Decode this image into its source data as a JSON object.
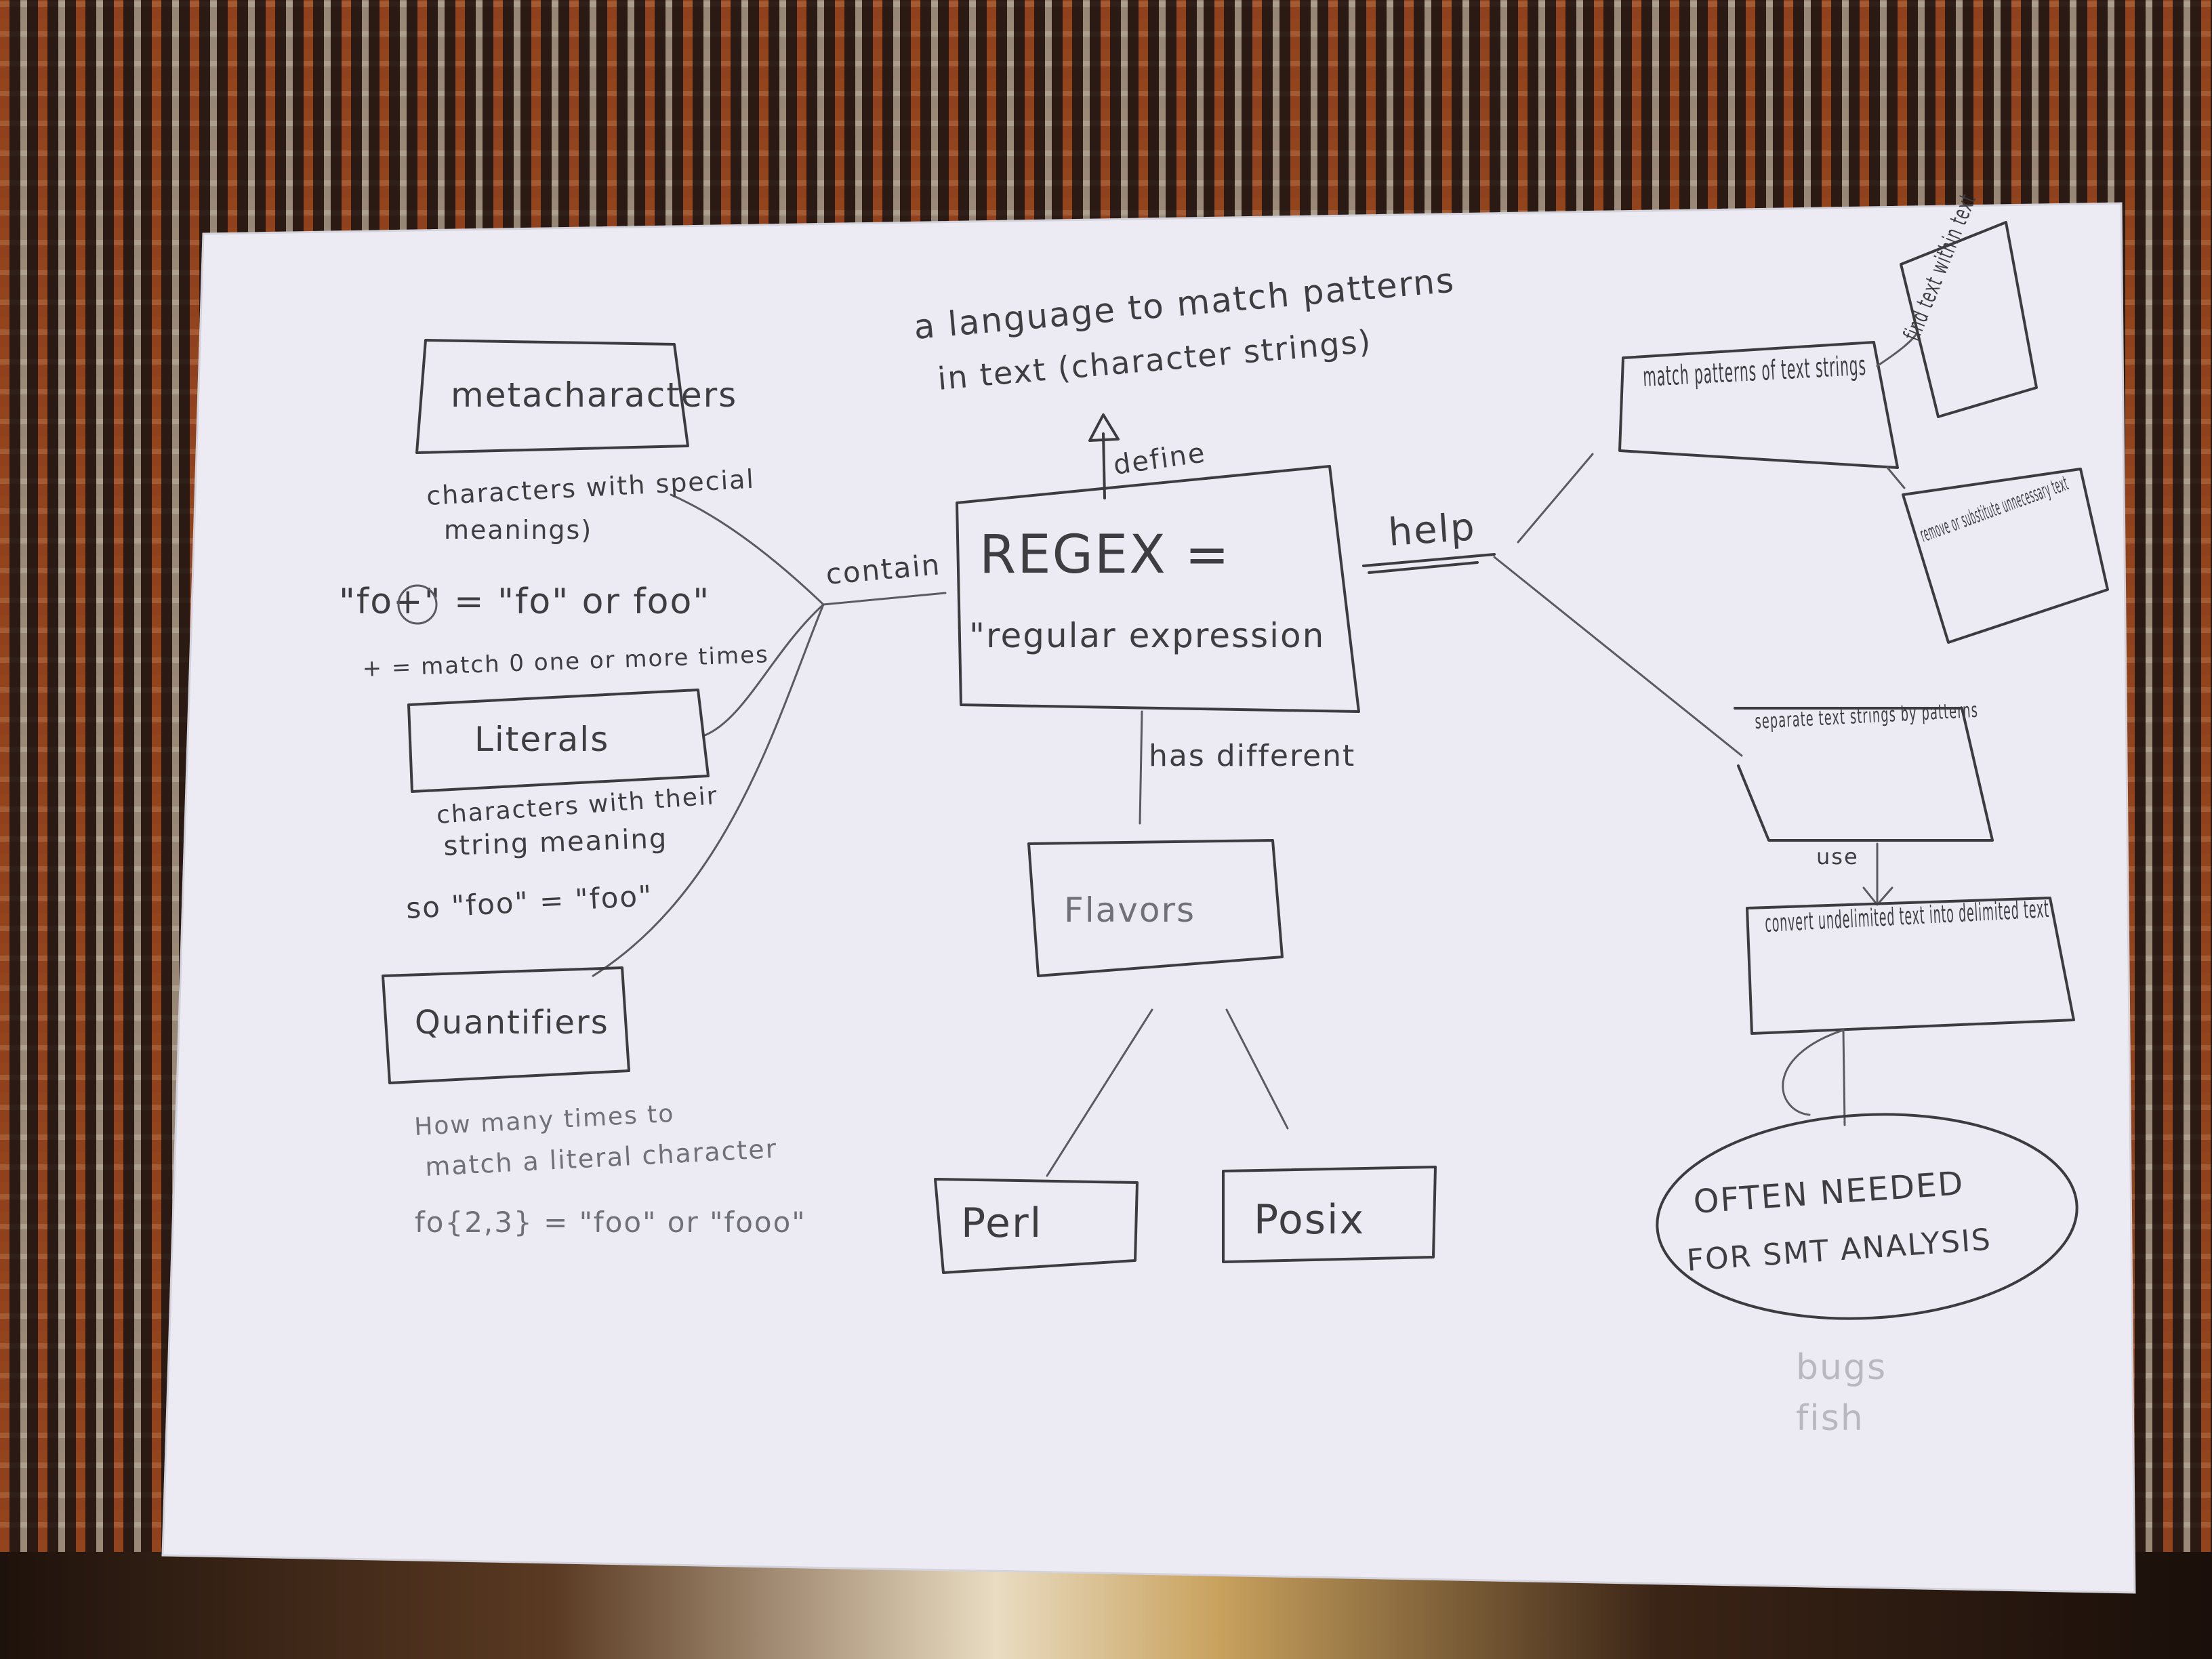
{
  "diagram": {
    "center": {
      "title": "REGEX =",
      "subtitle": "\"regular expression"
    },
    "definition": {
      "link_label": "define",
      "line1": "a language to match patterns",
      "line2": "in text (character strings)"
    },
    "contain_label": "contain",
    "components": {
      "metacharacters": {
        "label": "metacharacters",
        "desc1": "characters with special",
        "desc2": "meanings)",
        "example1": "\"fo+\" = \"fo\" or foo\"",
        "example2": "+ = match 0 one or more times"
      },
      "literals": {
        "label": "Literals",
        "desc1": "characters with their",
        "desc2": "string meaning",
        "example1": "so \"foo\" = \"foo\""
      },
      "quantifiers": {
        "label": "Quantifiers",
        "desc1": "How many times to",
        "desc2": "match a literal character",
        "example1": "fo{2,3} = \"foo\" or \"fooo\""
      }
    },
    "flavors": {
      "link_label": "has different",
      "label": "Flavors",
      "perl": "Perl",
      "posix": "Posix"
    },
    "help": {
      "link_label": "help",
      "match_patterns": "match patterns of text strings",
      "find_text": "find text within text",
      "remove_text": "remove or substitute unnecessary text",
      "separate_text": "separate text strings by patterns",
      "use_label": "use",
      "convert_text": "convert undelimited text into delimited text",
      "often_needed1": "OFTEN NEEDED",
      "often_needed2": "FOR SMT ANALYSIS",
      "ghost1": "bugs",
      "ghost2": "fish"
    }
  }
}
